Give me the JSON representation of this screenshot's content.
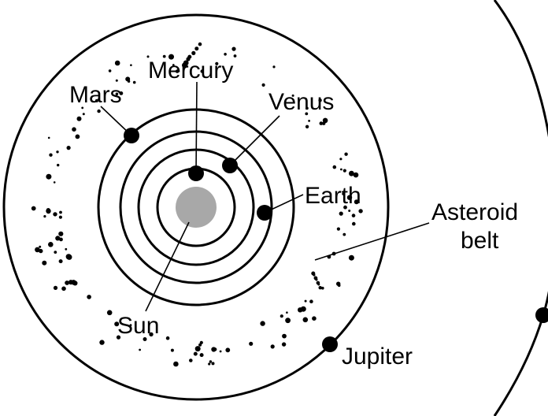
{
  "labels": {
    "mercury": "Mercury",
    "venus": "Venus",
    "earth": "Earth",
    "mars": "Mars",
    "jupiter": "Jupiter",
    "sun": "Sun",
    "asteroid_line1": "Asteroid",
    "asteroid_line2": "belt"
  },
  "colors": {
    "sun": "#a8a8a8",
    "ink": "#000000",
    "background": "#ffffff"
  }
}
